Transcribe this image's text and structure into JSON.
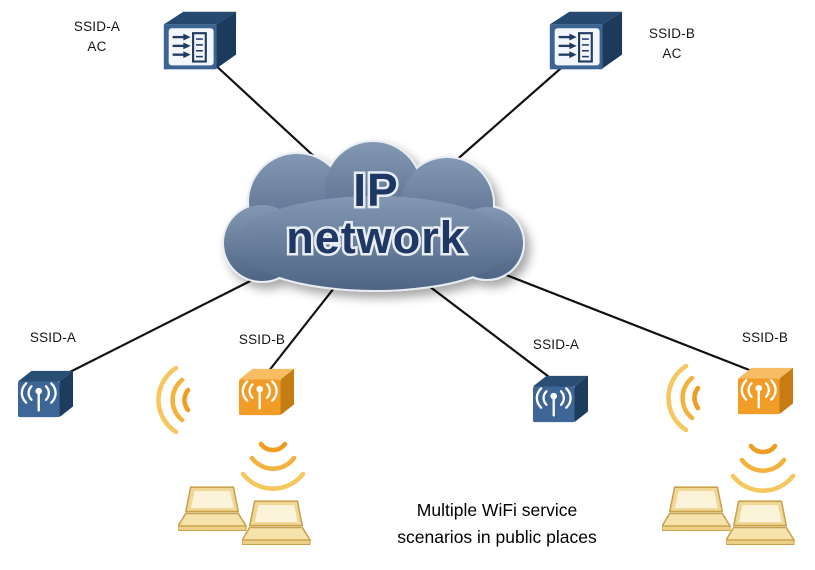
{
  "diagram": {
    "cloud": {
      "line1": "IP",
      "line2": "network"
    },
    "caption": {
      "line1": "Multiple WiFi service",
      "line2": "scenarios in public places"
    },
    "controllers": [
      {
        "label_line1": "SSID-A",
        "label_line2": "AC"
      },
      {
        "label_line1": "SSID-B",
        "label_line2": "AC"
      }
    ],
    "access_points": [
      {
        "label": "SSID-A",
        "variant": "blue"
      },
      {
        "label": "SSID-B",
        "variant": "orange"
      },
      {
        "label": "SSID-A",
        "variant": "blue"
      },
      {
        "label": "SSID-B",
        "variant": "orange"
      }
    ],
    "icons": {
      "controller": "network-switch-icon",
      "access_point": "wireless-ap-icon",
      "signal": "wifi-signal-arcs-icon",
      "client": "laptop-icon",
      "cloud": "ip-network-cloud"
    },
    "colors": {
      "background": "#ffffff",
      "cloud_top": "#8398b2",
      "cloud_bottom": "#4e6586",
      "cloud_text": "#1e3764",
      "device_blue": "#3d6596",
      "device_orange": "#f09c26",
      "wifi_arc_inner": "#ef9d22",
      "wifi_arc_outer": "#f6c75f",
      "laptop": "#f1d794",
      "connector": "#111111"
    }
  }
}
